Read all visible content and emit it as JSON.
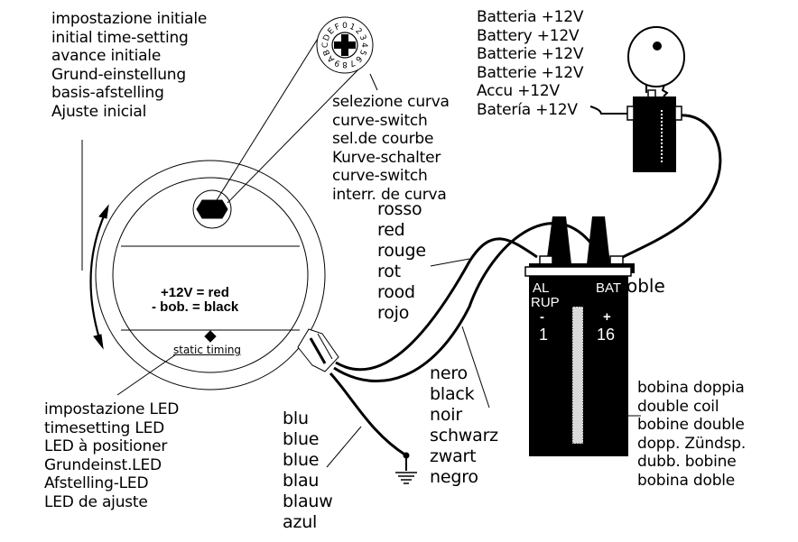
{
  "labels": {
    "initial_timing": [
      "impostazione initiale",
      "initial time-setting",
      "avance initiale",
      "Grund-einstellung",
      "basis-afstelling",
      "Ajuste inicial"
    ],
    "curve_switch": [
      "selezione curva",
      "curve-switch",
      "sel.de courbe",
      "Kurve-schalter",
      "curve-switch",
      "interr. de curva"
    ],
    "battery": [
      "Batteria +12V",
      "Battery +12V",
      "Batterie +12V",
      "Batterie +12V",
      "Accu +12V",
      "Batería +12V"
    ],
    "red_wire": [
      "rosso",
      "red",
      "rouge",
      "rot",
      "rood",
      "rojo"
    ],
    "black_wire": [
      "nero",
      "black",
      "noir",
      "schwarz",
      "zwart",
      "negro"
    ],
    "blue_wire": [
      "blu",
      "blue",
      "blue",
      "blau",
      "blauw",
      "azul"
    ],
    "timing_led": [
      "impostazione LED",
      "timesetting LED",
      "LED à positioner",
      "Grundeinst.LED",
      "Afstelling-LED",
      "LED de ajuste"
    ],
    "double_coil": [
      "bobina doppia",
      "double coil",
      "bobine double",
      "dopp. Zündsp.",
      "dubb. bobine",
      "bobina doble"
    ]
  },
  "module": {
    "wiring_note_line1": "+12V = red",
    "wiring_note_line2": "- bob. = black",
    "static_timing": "static timing"
  },
  "coil": {
    "left_terminal_label_1": "AL",
    "left_terminal_label_2": "RUP",
    "left_polarity": "-",
    "left_number": "1",
    "right_terminal_label": "BAT",
    "right_polarity": "+",
    "right_number": "16",
    "overflow_text": "oble"
  },
  "curve_dial": {
    "digits": [
      "0",
      "1",
      "2",
      "3",
      "4",
      "5",
      "6",
      "7",
      "8",
      "9",
      "A",
      "B",
      "C",
      "D",
      "E",
      "F"
    ]
  }
}
